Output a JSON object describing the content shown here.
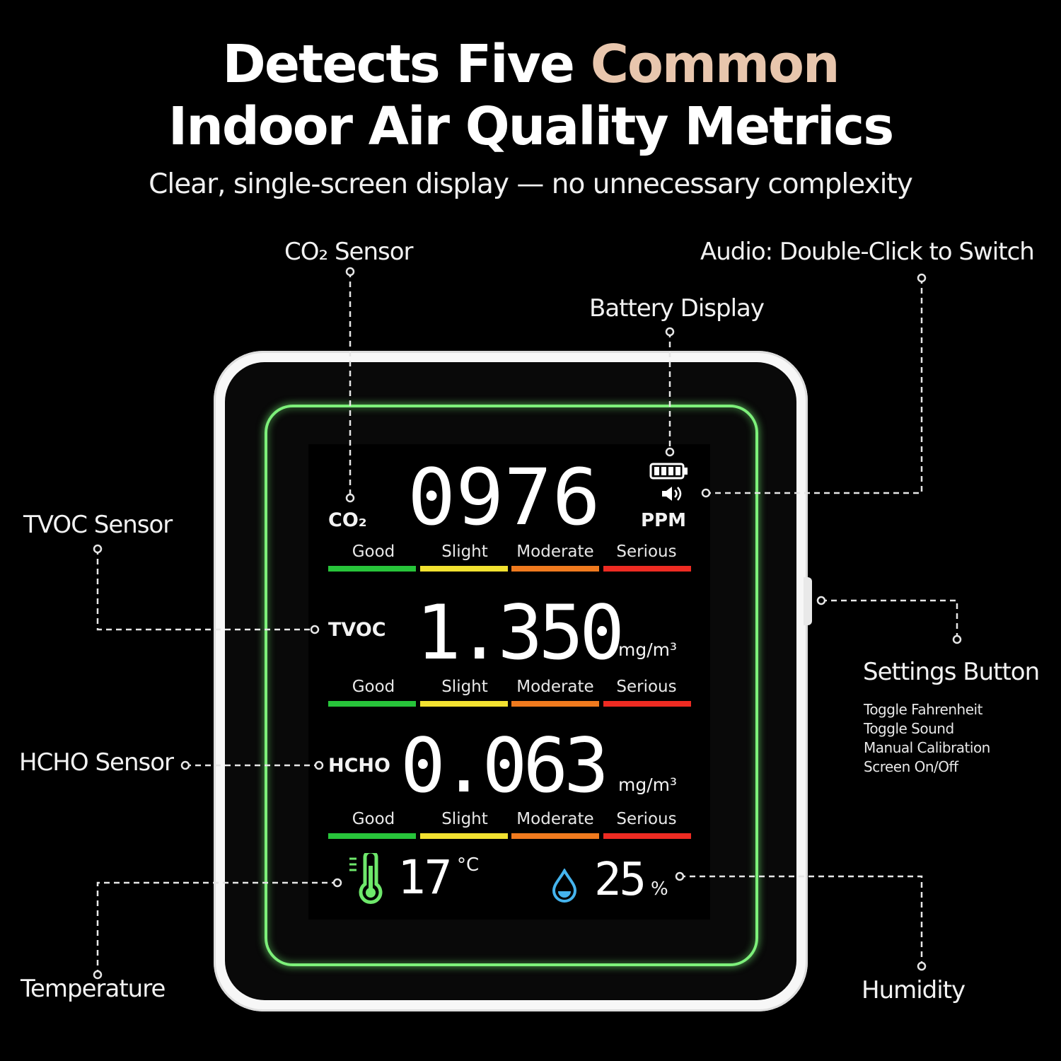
{
  "headline": {
    "line1_pre": "Detects Five ",
    "line1_accent": "Common",
    "line2": "Indoor Air Quality Metrics",
    "subtitle": "Clear, single-screen display — no unnecessary complexity"
  },
  "callouts": {
    "co2_sensor": "CO₂ Sensor",
    "audio": "Audio: Double-Click to Switch",
    "battery": "Battery Display",
    "tvoc_sensor": "TVOC Sensor",
    "hcho_sensor": "HCHO Sensor",
    "settings": "Settings Button",
    "settings_items": [
      "Toggle Fahrenheit",
      "Toggle Sound",
      "Manual Calibration",
      "Screen On/Off"
    ],
    "temperature": "Temperature",
    "humidity": "Humidity"
  },
  "display": {
    "co2": {
      "label": "CO₂",
      "value": "0976",
      "unit": "PPM"
    },
    "tvoc": {
      "label": "TVOC",
      "value": "1.350",
      "unit": "mg/m³"
    },
    "hcho": {
      "label": "HCHO",
      "value": "0.063",
      "unit": "mg/m³"
    },
    "levels": [
      "Good",
      "Slight",
      "Moderate",
      "Serious"
    ],
    "level_colors": [
      "#27c43a",
      "#f2e130",
      "#f07a1e",
      "#ee2b22"
    ],
    "temperature": {
      "value": "17",
      "unit": "°C"
    },
    "humidity": {
      "value": "25",
      "unit": "%"
    }
  },
  "colors": {
    "accent": "#e8c6ad",
    "glow": "#7df07a",
    "thermometer": "#6ee86b",
    "droplet": "#45b4ee"
  },
  "icons": [
    "battery-icon",
    "speaker-icon",
    "thermometer-icon",
    "droplet-icon"
  ]
}
